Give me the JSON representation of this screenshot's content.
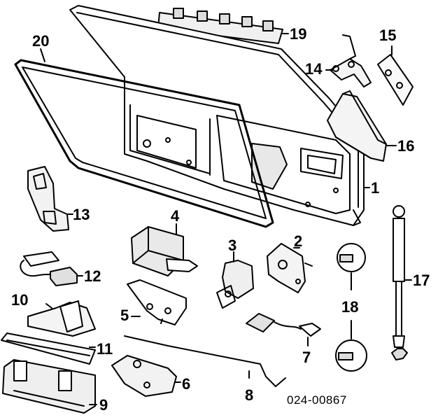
{
  "diagram": {
    "catalog_code": "024-00867",
    "callouts": {
      "p1": "1",
      "p2": "2",
      "p3": "3",
      "p4": "4",
      "p5": "5",
      "p6": "6",
      "p7": "7",
      "p8": "8",
      "p9": "9",
      "p10": "10",
      "p11": "11",
      "p12": "12",
      "p13": "13",
      "p14": "14",
      "p15": "15",
      "p16": "16",
      "p17": "17",
      "p18": "18",
      "p19": "19",
      "p20": "20"
    }
  }
}
